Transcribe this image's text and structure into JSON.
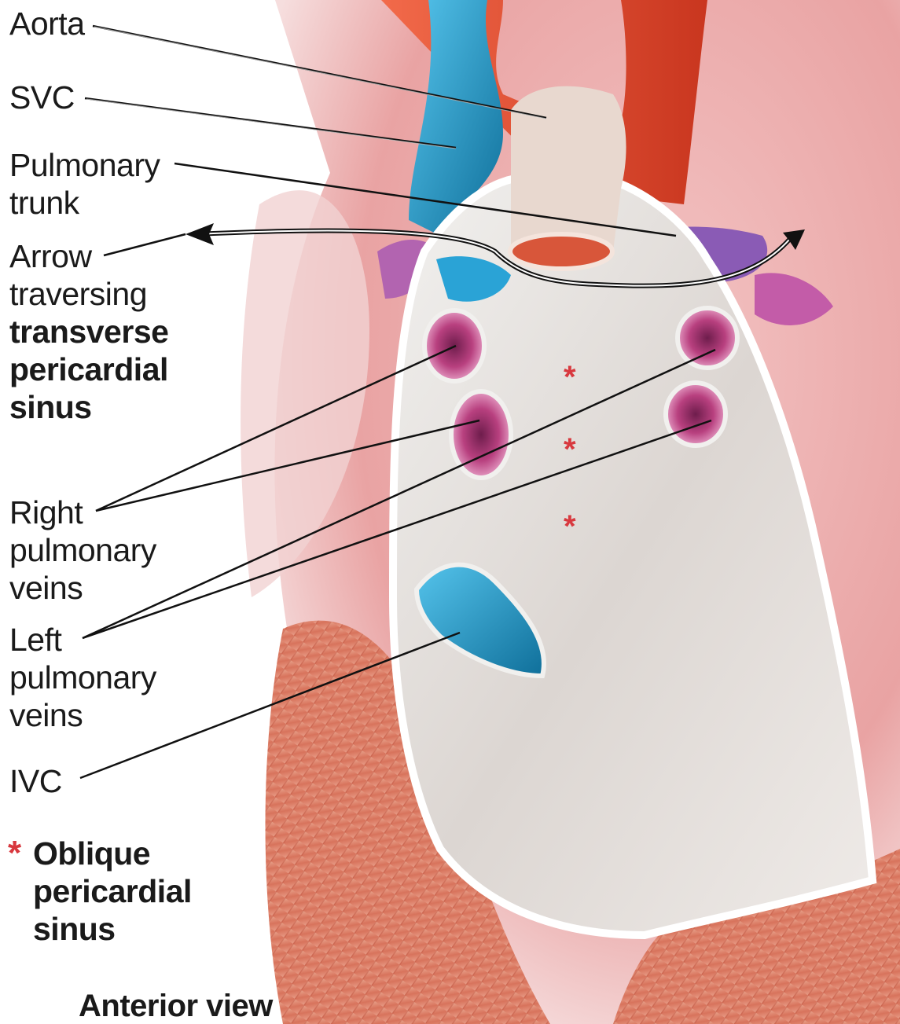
{
  "labels": {
    "aorta": "Aorta",
    "svc": "SVC",
    "pulmonary_trunk": "Pulmonary\ntrunk",
    "arrow": "Arrow\ntraversing",
    "arrow_bold": "transverse\npericardial\nsinus",
    "right_pulmonary_veins": "Right\npulmonary\nveins",
    "left_pulmonary_veins": "Left\npulmonary\nveins",
    "ivc": "IVC",
    "star_symbol": "*",
    "oblique_sinus": "Oblique\npericardial\nsinus"
  },
  "caption": "Anterior view",
  "sinus_markers": [
    "*",
    "*",
    "*"
  ],
  "colors": {
    "pericardium_bg": "#e9a9a9",
    "sac_white": "#ece9e6",
    "aorta_red": "#e24b33",
    "vein_blue": "#2aa3d6",
    "pulmonary_vein_magenta": "#b8407f",
    "pulmonary_artery_purple": "#8a5bb5",
    "diaphragm_muscle": "#d97c63",
    "asterisk_red": "#d8383e"
  }
}
